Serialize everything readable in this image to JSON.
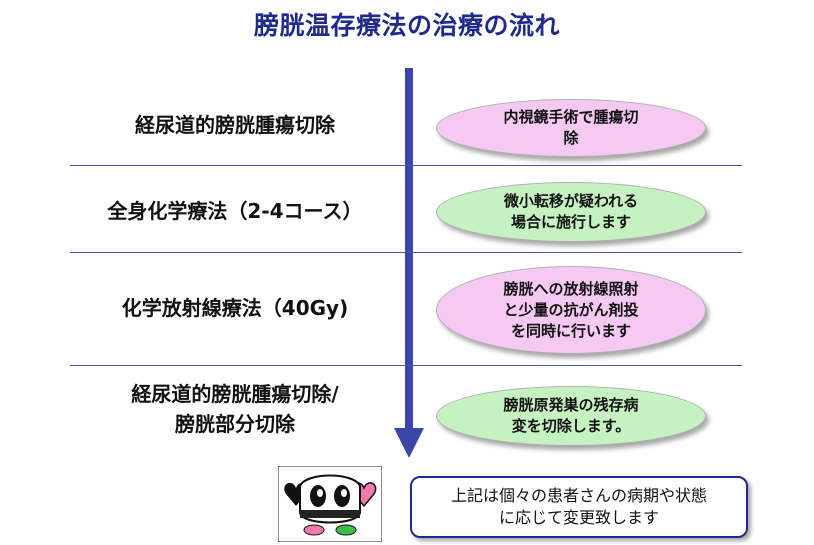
{
  "title": "膀胱温存療法の治療の流れ",
  "stages": [
    {
      "lines": [
        "経尿道的膀胱腫瘍切除"
      ],
      "note": [
        "内視鏡手術で腫瘍切",
        "除"
      ],
      "note_color": "pink"
    },
    {
      "lines": [
        "全身化学療法（2-4コース）"
      ],
      "note": [
        "微小転移が疑われる",
        "場合に施行します"
      ],
      "note_color": "green"
    },
    {
      "lines": [
        "化学放射線療法（40Gy)"
      ],
      "note": [
        "膀胱への放射線照射",
        "と少量の抗がん剤投",
        "を同時に行います"
      ],
      "note_color": "pink"
    },
    {
      "lines": [
        "経尿道的膀胱腫瘍切除/",
        "膀胱部分切除"
      ],
      "note": [
        "膀胱原発巣の残存病",
        "変を切除します。"
      ],
      "note_color": "green"
    }
  ],
  "footer_note": [
    "上記は個々の患者さんの病期や状態",
    "に応じて変更致します"
  ],
  "colors": {
    "title": "#1f2a8c",
    "arrow": "#3b47a8",
    "divider": "#4a55b0",
    "pink": "#f6c9f3",
    "green": "#c6f2c2",
    "note_border": "#1f2a8c"
  },
  "icons": {
    "flow_arrow": "down-arrow-icon",
    "mascot": "mascot-character"
  }
}
